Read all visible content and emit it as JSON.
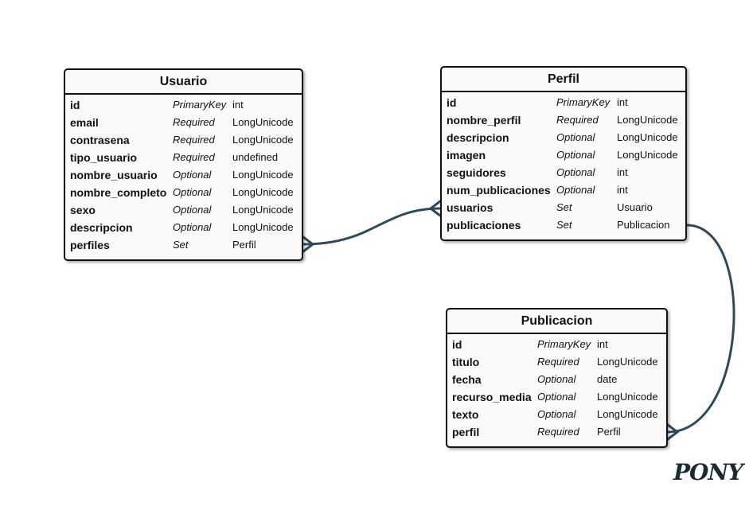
{
  "entities": {
    "usuario": {
      "title": "Usuario",
      "attributes": [
        {
          "name": "id",
          "kind": "PrimaryKey",
          "type": "int"
        },
        {
          "name": "email",
          "kind": "Required",
          "type": "LongUnicode"
        },
        {
          "name": "contrasena",
          "kind": "Required",
          "type": "LongUnicode"
        },
        {
          "name": "tipo_usuario",
          "kind": "Required",
          "type": "undefined"
        },
        {
          "name": "nombre_usuario",
          "kind": "Optional",
          "type": "LongUnicode"
        },
        {
          "name": "nombre_completo",
          "kind": "Optional",
          "type": "LongUnicode"
        },
        {
          "name": "sexo",
          "kind": "Optional",
          "type": "LongUnicode"
        },
        {
          "name": "descripcion",
          "kind": "Optional",
          "type": "LongUnicode"
        },
        {
          "name": "perfiles",
          "kind": "Set",
          "type": "Perfil"
        }
      ]
    },
    "perfil": {
      "title": "Perfil",
      "attributes": [
        {
          "name": "id",
          "kind": "PrimaryKey",
          "type": "int"
        },
        {
          "name": "nombre_perfil",
          "kind": "Required",
          "type": "LongUnicode"
        },
        {
          "name": "descripcion",
          "kind": "Optional",
          "type": "LongUnicode"
        },
        {
          "name": "imagen",
          "kind": "Optional",
          "type": "LongUnicode"
        },
        {
          "name": "seguidores",
          "kind": "Optional",
          "type": "int"
        },
        {
          "name": "num_publicaciones",
          "kind": "Optional",
          "type": "int"
        },
        {
          "name": "usuarios",
          "kind": "Set",
          "type": "Usuario"
        },
        {
          "name": "publicaciones",
          "kind": "Set",
          "type": "Publicacion"
        }
      ]
    },
    "publicacion": {
      "title": "Publicacion",
      "attributes": [
        {
          "name": "id",
          "kind": "PrimaryKey",
          "type": "int"
        },
        {
          "name": "titulo",
          "kind": "Required",
          "type": "LongUnicode"
        },
        {
          "name": "fecha",
          "kind": "Optional",
          "type": "date"
        },
        {
          "name": "recurso_media",
          "kind": "Optional",
          "type": "LongUnicode"
        },
        {
          "name": "texto",
          "kind": "Optional",
          "type": "LongUnicode"
        },
        {
          "name": "perfil",
          "kind": "Required",
          "type": "Perfil"
        }
      ]
    }
  },
  "relation_color": "#2d4a5c",
  "logo": {
    "text": "PONY",
    "icon": "pony-logo-icon"
  }
}
